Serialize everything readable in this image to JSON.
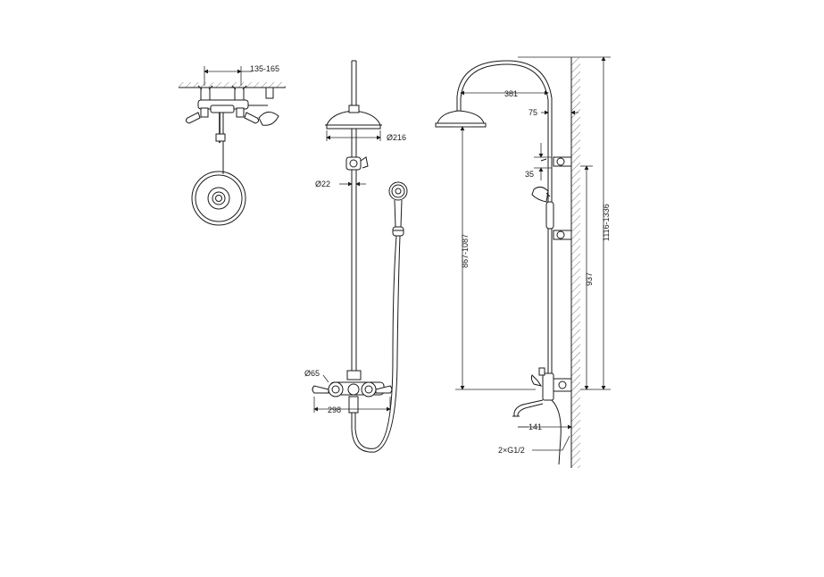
{
  "labels": {
    "top_view_width": "135-165",
    "rain_head_diameter": "Ø216",
    "bar_diameter": "Ø22",
    "flange_diameter": "Ø65",
    "mixer_width": "298",
    "arm_reach": "381",
    "arm_offset": "75",
    "bracket_offset": "35",
    "head_height": "867-1087",
    "wall_bar_height": "937",
    "total_height": "1116-1336",
    "spout_reach": "141",
    "inlets": "2×G1/2"
  }
}
